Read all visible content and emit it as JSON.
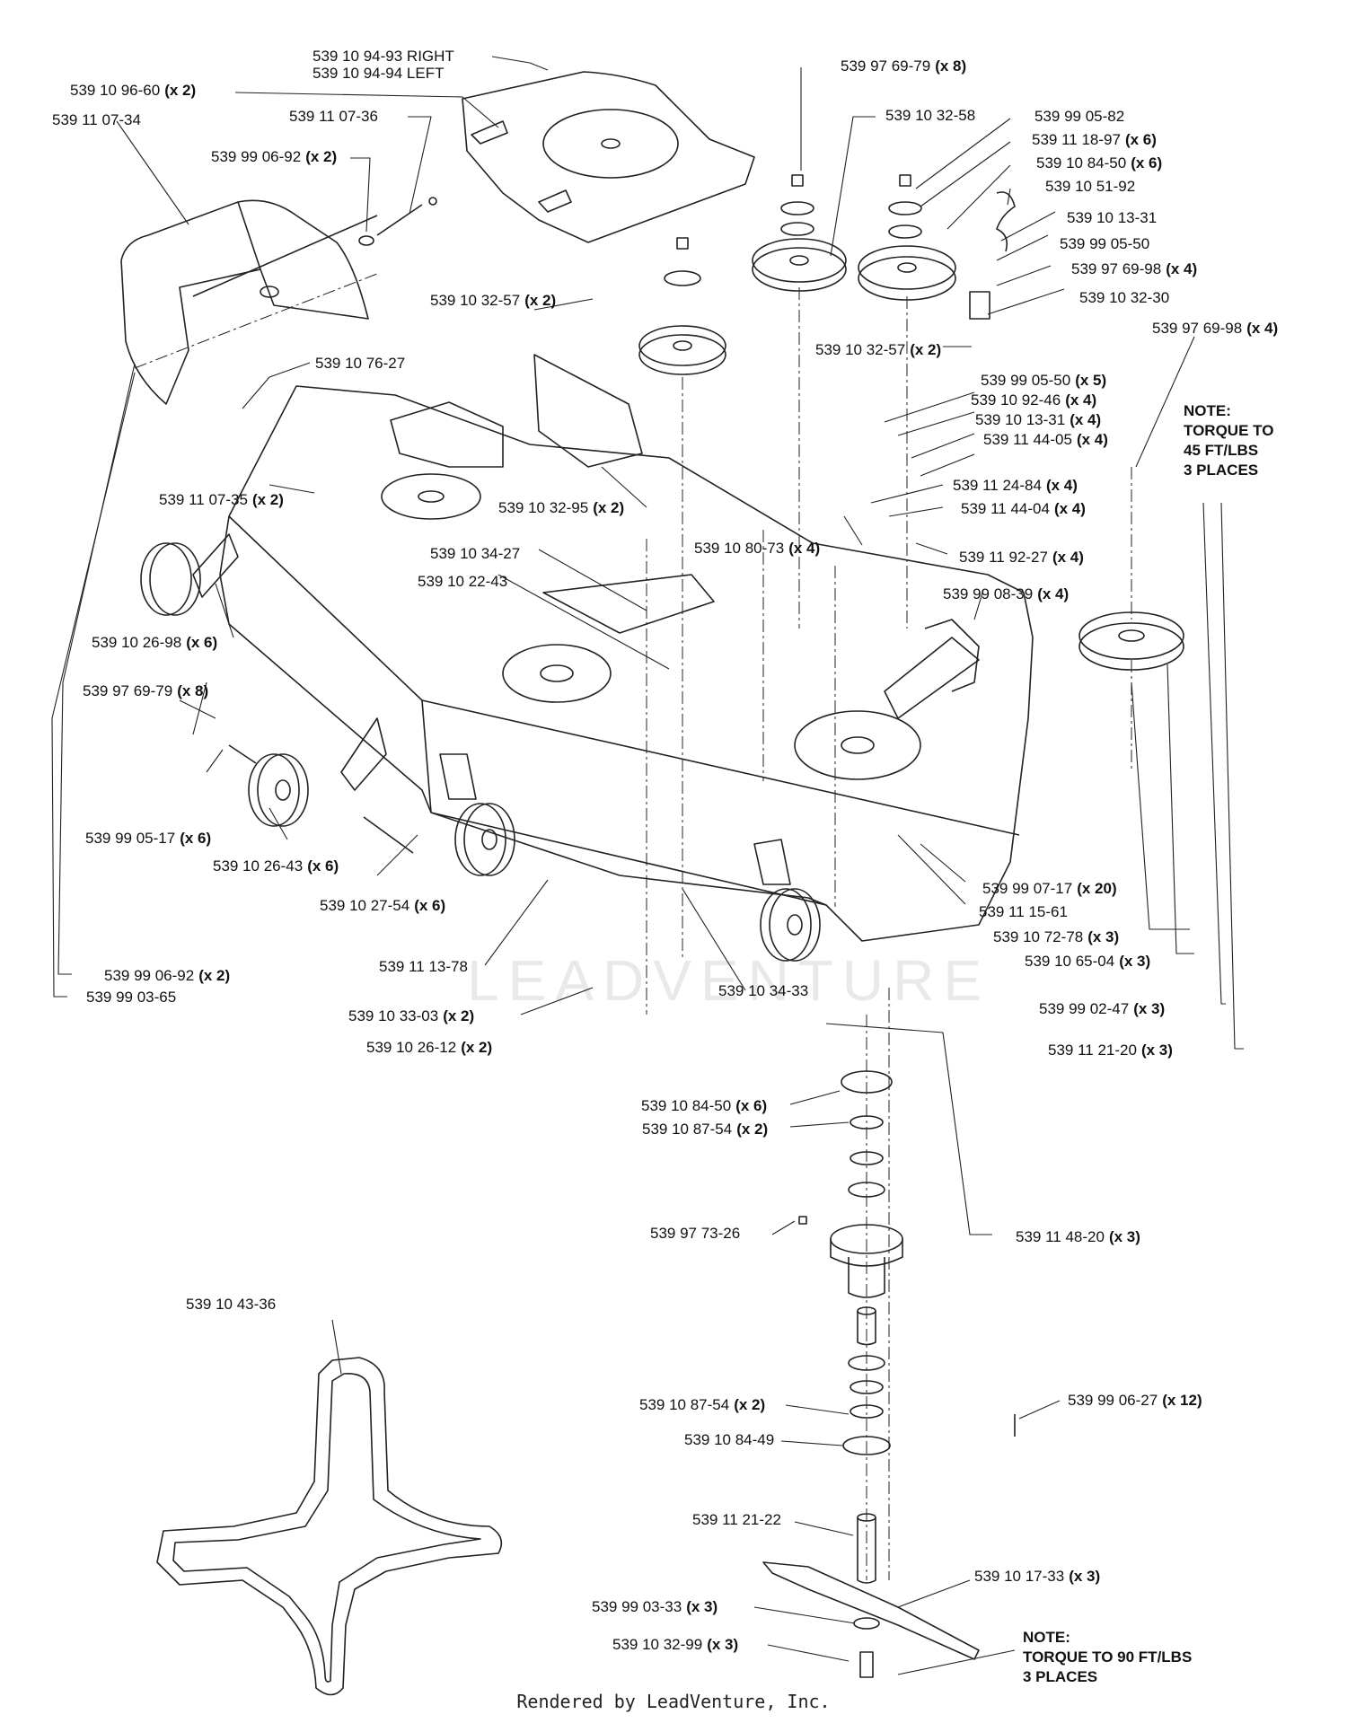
{
  "watermark": "LEADVENTURE",
  "footer": "Rendered by LeadVenture, Inc.",
  "notes": [
    {
      "lines": [
        "NOTE:",
        "TORQUE TO",
        "45 FT/LBS",
        "3 PLACES"
      ]
    },
    {
      "lines": [
        "NOTE:",
        "TORQUE TO 90 FT/LBS",
        "3 PLACES"
      ]
    }
  ],
  "callouts": [
    {
      "part": "539 10 94-93 RIGHT",
      "qty": ""
    },
    {
      "part": "539 10 94-94 LEFT",
      "qty": ""
    },
    {
      "part": "539 10 96-60",
      "qty": "(x 2)"
    },
    {
      "part": "539 11 07-34",
      "qty": ""
    },
    {
      "part": "539 11 07-36",
      "qty": ""
    },
    {
      "part": "539 99 06-92",
      "qty": "(x 2)"
    },
    {
      "part": "539 97 69-79",
      "qty": "(x 8)"
    },
    {
      "part": "539 10 32-58",
      "qty": ""
    },
    {
      "part": "539 99 05-82",
      "qty": ""
    },
    {
      "part": "539 11 18-97",
      "qty": "(x 6)"
    },
    {
      "part": "539 10 84-50",
      "qty": "(x 6)"
    },
    {
      "part": "539 10 51-92",
      "qty": ""
    },
    {
      "part": "539 10 13-31",
      "qty": ""
    },
    {
      "part": "539 99 05-50",
      "qty": ""
    },
    {
      "part": "539 97 69-98",
      "qty": "(x 4)"
    },
    {
      "part": "539 10 32-30",
      "qty": ""
    },
    {
      "part": "539 10 32-57",
      "qty": "(x 2)"
    },
    {
      "part": "539 10 32-57",
      "qty": "(x 2)"
    },
    {
      "part": "539 97 69-98",
      "qty": "(x 4)"
    },
    {
      "part": "539 10 76-27",
      "qty": ""
    },
    {
      "part": "539 99 05-50",
      "qty": "(x 5)"
    },
    {
      "part": "539 10 92-46",
      "qty": "(x 4)"
    },
    {
      "part": "539 10 13-31",
      "qty": "(x 4)"
    },
    {
      "part": "539 11 44-05",
      "qty": "(x 4)"
    },
    {
      "part": "539 11 07-35",
      "qty": "(x 2)"
    },
    {
      "part": "539 10 32-95",
      "qty": "(x 2)"
    },
    {
      "part": "539 11 24-84",
      "qty": "(x 4)"
    },
    {
      "part": "539 11 44-04",
      "qty": "(x 4)"
    },
    {
      "part": "539 10 80-73",
      "qty": "(x 4)"
    },
    {
      "part": "539 11 92-27",
      "qty": "(x 4)"
    },
    {
      "part": "539 10 34-27",
      "qty": ""
    },
    {
      "part": "539 10 22-43",
      "qty": ""
    },
    {
      "part": "539 99 08-39",
      "qty": "(x 4)"
    },
    {
      "part": "539 10 26-98",
      "qty": "(x 6)"
    },
    {
      "part": "539 97 69-79",
      "qty": "(x 8)"
    },
    {
      "part": "539 99 05-17",
      "qty": "(x 6)"
    },
    {
      "part": "539 10 26-43",
      "qty": "(x 6)"
    },
    {
      "part": "539 10 27-54",
      "qty": "(x 6)"
    },
    {
      "part": "539 99 07-17",
      "qty": "(x 20)"
    },
    {
      "part": "539 11 15-61",
      "qty": ""
    },
    {
      "part": "539 10 72-78",
      "qty": "(x 3)"
    },
    {
      "part": "539 10 65-04",
      "qty": "(x 3)"
    },
    {
      "part": "539 99 06-92",
      "qty": "(x 2)"
    },
    {
      "part": "539 11 13-78",
      "qty": ""
    },
    {
      "part": "539 10 34-33",
      "qty": ""
    },
    {
      "part": "539 99 03-65",
      "qty": ""
    },
    {
      "part": "539 10 33-03",
      "qty": "(x 2)"
    },
    {
      "part": "539 99 02-47",
      "qty": "(x 3)"
    },
    {
      "part": "539 10 26-12",
      "qty": "(x 2)"
    },
    {
      "part": "539 11 21-20",
      "qty": "(x 3)"
    },
    {
      "part": "539 10 84-50",
      "qty": "(x 6)"
    },
    {
      "part": "539 10 87-54",
      "qty": "(x 2)"
    },
    {
      "part": "539 11 48-20",
      "qty": "(x 3)"
    },
    {
      "part": "539 97 73-26",
      "qty": ""
    },
    {
      "part": "539 10 43-36",
      "qty": ""
    },
    {
      "part": "539 99 06-27",
      "qty": "(x 12)"
    },
    {
      "part": "539 10 87-54",
      "qty": "(x 2)"
    },
    {
      "part": "539 10 84-49",
      "qty": ""
    },
    {
      "part": "539 11 21-22",
      "qty": ""
    },
    {
      "part": "539 10 17-33",
      "qty": "(x 3)"
    },
    {
      "part": "539 99 03-33",
      "qty": "(x 3)"
    },
    {
      "part": "539 10 32-99",
      "qty": "(x 3)"
    }
  ]
}
